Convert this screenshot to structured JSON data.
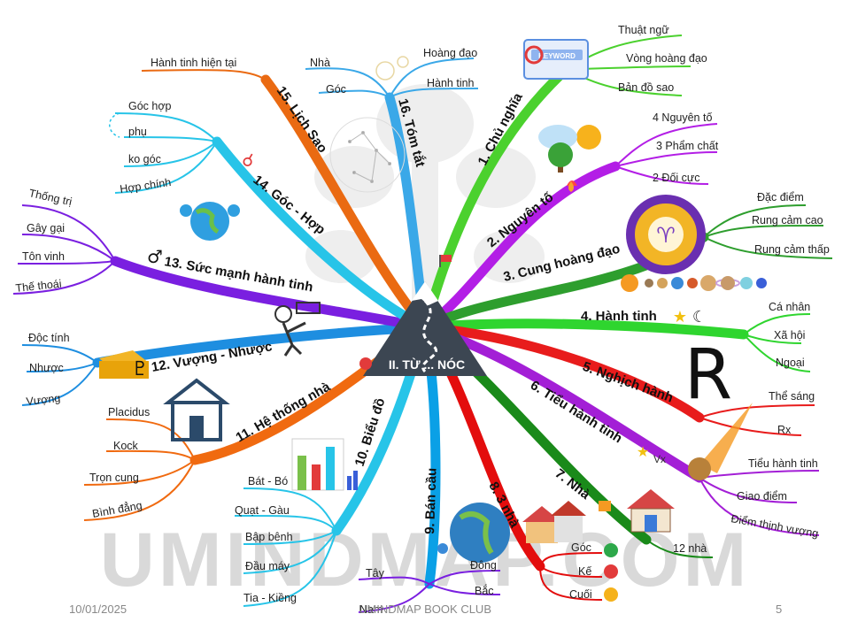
{
  "center": {
    "title": "II. TỪ ... NÓC"
  },
  "watermark": "UMINDMAP.COM",
  "footer": {
    "date": "10/01/2025",
    "club": "UMINDMAP BOOK CLUB",
    "page": "5"
  },
  "colors": {
    "green": "#4bd12e",
    "purple": "#b31ee6",
    "darkgreen": "#2e9e2e",
    "lime": "#2fd52f",
    "red": "#e81c1c",
    "violet": "#a31fd6",
    "forest": "#1a8a1a",
    "crimson": "#e30d0d",
    "azure": "#0aa0e6",
    "cyan": "#27c4e8",
    "orange": "#f06a10",
    "blue": "#1e8ee0",
    "indigo": "#7a1fe0",
    "teal": "#12b6d6",
    "brown": "#ea6a12",
    "sky": "#3aa8e8"
  },
  "branches": [
    {
      "label": "1. Chủ nghĩa",
      "items": [
        "Thuật ngữ",
        "Vòng hoàng đạo",
        "Bản đồ sao"
      ]
    },
    {
      "label": "2. Nguyên tố",
      "items": [
        "4 Nguyên tố",
        "3 Phẩm chất",
        "2 Đối cực"
      ]
    },
    {
      "label": "3. Cung hoàng đạo",
      "items": [
        "Đặc điểm",
        "Rung cảm cao",
        "Rung cảm thấp"
      ]
    },
    {
      "label": "4. Hành tinh",
      "items": [
        "Cá nhân",
        "Xã hội",
        "Ngoại"
      ]
    },
    {
      "label": "5. Nghịch hành",
      "items": [
        "Thể sáng",
        "Rx"
      ]
    },
    {
      "label": "6. Tiểu hành tinh",
      "items": [
        "Tiểu hành tinh",
        "Giao điểm",
        "Điểm thịnh vượng"
      ]
    },
    {
      "label": "7. Nhà",
      "items": [
        "12 nhà"
      ]
    },
    {
      "label": "8. 3 nhà",
      "items": [
        "Góc",
        "Kế",
        "Cuối"
      ]
    },
    {
      "label": "9. Bán cầu",
      "items": [
        "Đông",
        "Bắc",
        "Tây",
        "Nam"
      ]
    },
    {
      "label": "10. Biểu đồ",
      "items": [
        "Bát - Bó",
        "Quạt - Gàu",
        "Bập bênh",
        "Đầu máy",
        "Tia - Kiềng"
      ]
    },
    {
      "label": "11. Hệ thống nhà",
      "items": [
        "Placidus",
        "Kock",
        "Trọn cung",
        "Bình đẳng"
      ]
    },
    {
      "label": "12. Vượng - Nhược",
      "items": [
        "Độc tính",
        "Nhược",
        "Vượng"
      ]
    },
    {
      "label": "13. Sức mạnh hành tinh",
      "items": [
        "Thống trị",
        "Gây gại",
        "Tôn vinh",
        "Thế thoái"
      ]
    },
    {
      "label": "14. Góc - Hợp",
      "items": [
        "Góc hợp",
        "phụ",
        "ko góc",
        "Hợp chính"
      ]
    },
    {
      "label": "15. Lịch Sao",
      "items": [
        "Hành tinh hiện tại"
      ]
    },
    {
      "label": "16. Tóm tắt",
      "items": [
        "Nhà",
        "Góc",
        "Hoàng đạo",
        "Hành tinh"
      ]
    }
  ],
  "icons": {
    "keyword_panel": "KEYWORD",
    "retro_symbol": "R",
    "vx_symbol": "Vx",
    "pluto_symbol": "♇",
    "mars_symbol": "♂",
    "conjunction_symbol": "☌"
  }
}
